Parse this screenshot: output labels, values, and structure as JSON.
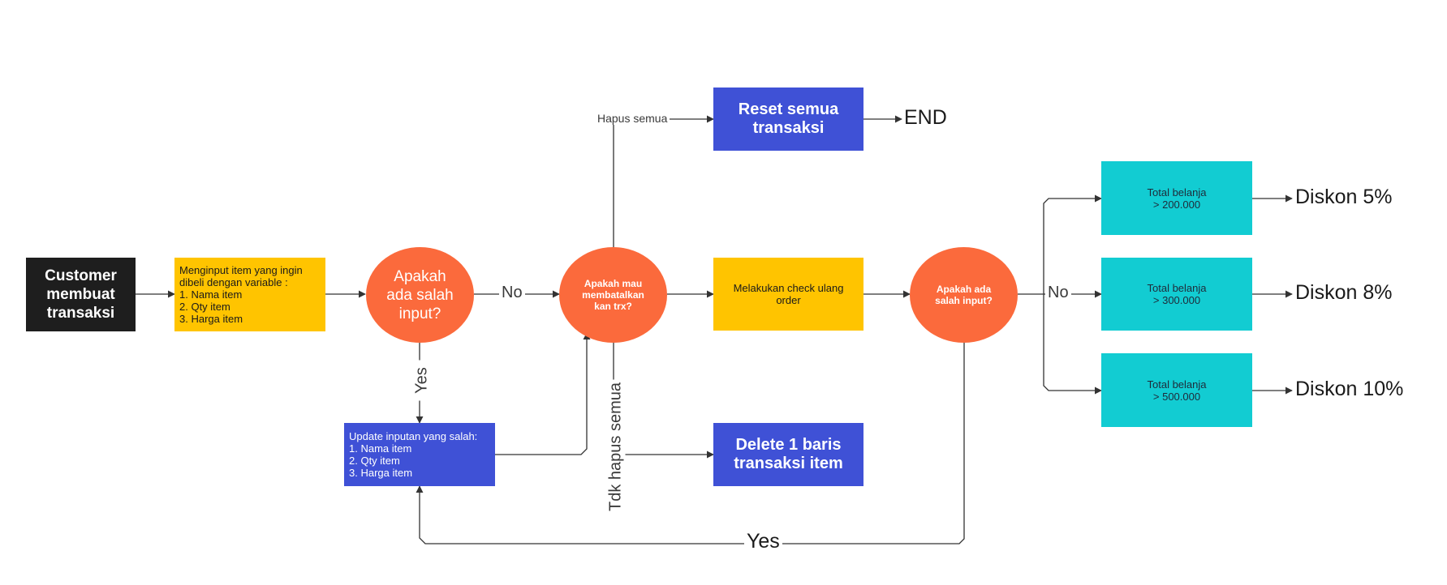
{
  "nodes": {
    "customer": {
      "lines": [
        "Customer",
        "membuat",
        "transaksi"
      ]
    },
    "input_item": {
      "lines": [
        "Menginput item yang ingin",
        "dibeli dengan variable :",
        "1. Nama item",
        "2. Qty item",
        "3. Harga item"
      ]
    },
    "decision_salah_input": {
      "lines": [
        "Apakah",
        "ada salah",
        "input?"
      ]
    },
    "update_input": {
      "lines": [
        "Update inputan yang salah:",
        "1. Nama item",
        "2. Qty item",
        "3. Harga item"
      ]
    },
    "decision_batalkan": {
      "lines": [
        "Apakah mau",
        "membatalkan",
        "kan trx?"
      ]
    },
    "reset": {
      "lines": [
        "Reset semua",
        "transaksi"
      ]
    },
    "delete_row": {
      "lines": [
        "Delete 1 baris",
        "transaksi item"
      ]
    },
    "check_ulang": {
      "lines": [
        "Melakukan check ulang",
        "order"
      ]
    },
    "decision_salah_input_2": {
      "lines": [
        "Apakah ada",
        "salah input?"
      ]
    },
    "total_200": {
      "lines": [
        "Total belanja",
        "> 200.000"
      ]
    },
    "total_300": {
      "lines": [
        "Total belanja",
        "> 300.000"
      ]
    },
    "total_500": {
      "lines": [
        "Total belanja",
        "> 500.000"
      ]
    }
  },
  "labels": {
    "no_1": "No",
    "yes_1": "Yes",
    "hapus_semua": "Hapus semua",
    "tdk_hapus_semua": "Tdk hapus semua",
    "no_2": "No",
    "yes_2": "Yes",
    "end": "END",
    "diskon_5": "Diskon 5%",
    "diskon_8": "Diskon 8%",
    "diskon_10": "Diskon 10%"
  },
  "colors": {
    "dark": "#1e1e1e",
    "yellow": "#ffc400",
    "blue": "#3f51d6",
    "orange": "#fb6a3c",
    "cyan": "#12ccd2",
    "connector": "#333333"
  }
}
